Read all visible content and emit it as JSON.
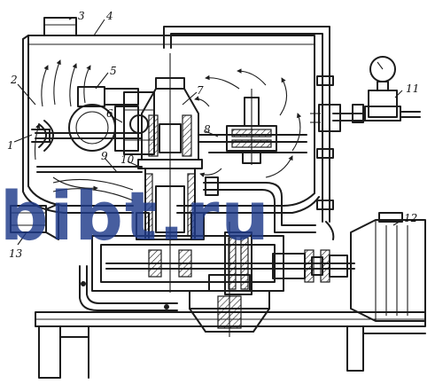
{
  "figure": {
    "watermark": "bibt.ru",
    "callouts": [
      {
        "id": "c1",
        "text": "1"
      },
      {
        "id": "c2",
        "text": "2"
      },
      {
        "id": "c3",
        "text": "3"
      },
      {
        "id": "c4",
        "text": "4"
      },
      {
        "id": "c5",
        "text": "5"
      },
      {
        "id": "c6",
        "text": "6"
      },
      {
        "id": "c7",
        "text": "7"
      },
      {
        "id": "c8",
        "text": "8"
      },
      {
        "id": "c9",
        "text": "9"
      },
      {
        "id": "c10",
        "text": "10"
      },
      {
        "id": "c11",
        "text": "11"
      },
      {
        "id": "c12",
        "text": "12"
      },
      {
        "id": "c13",
        "text": "13"
      }
    ]
  }
}
